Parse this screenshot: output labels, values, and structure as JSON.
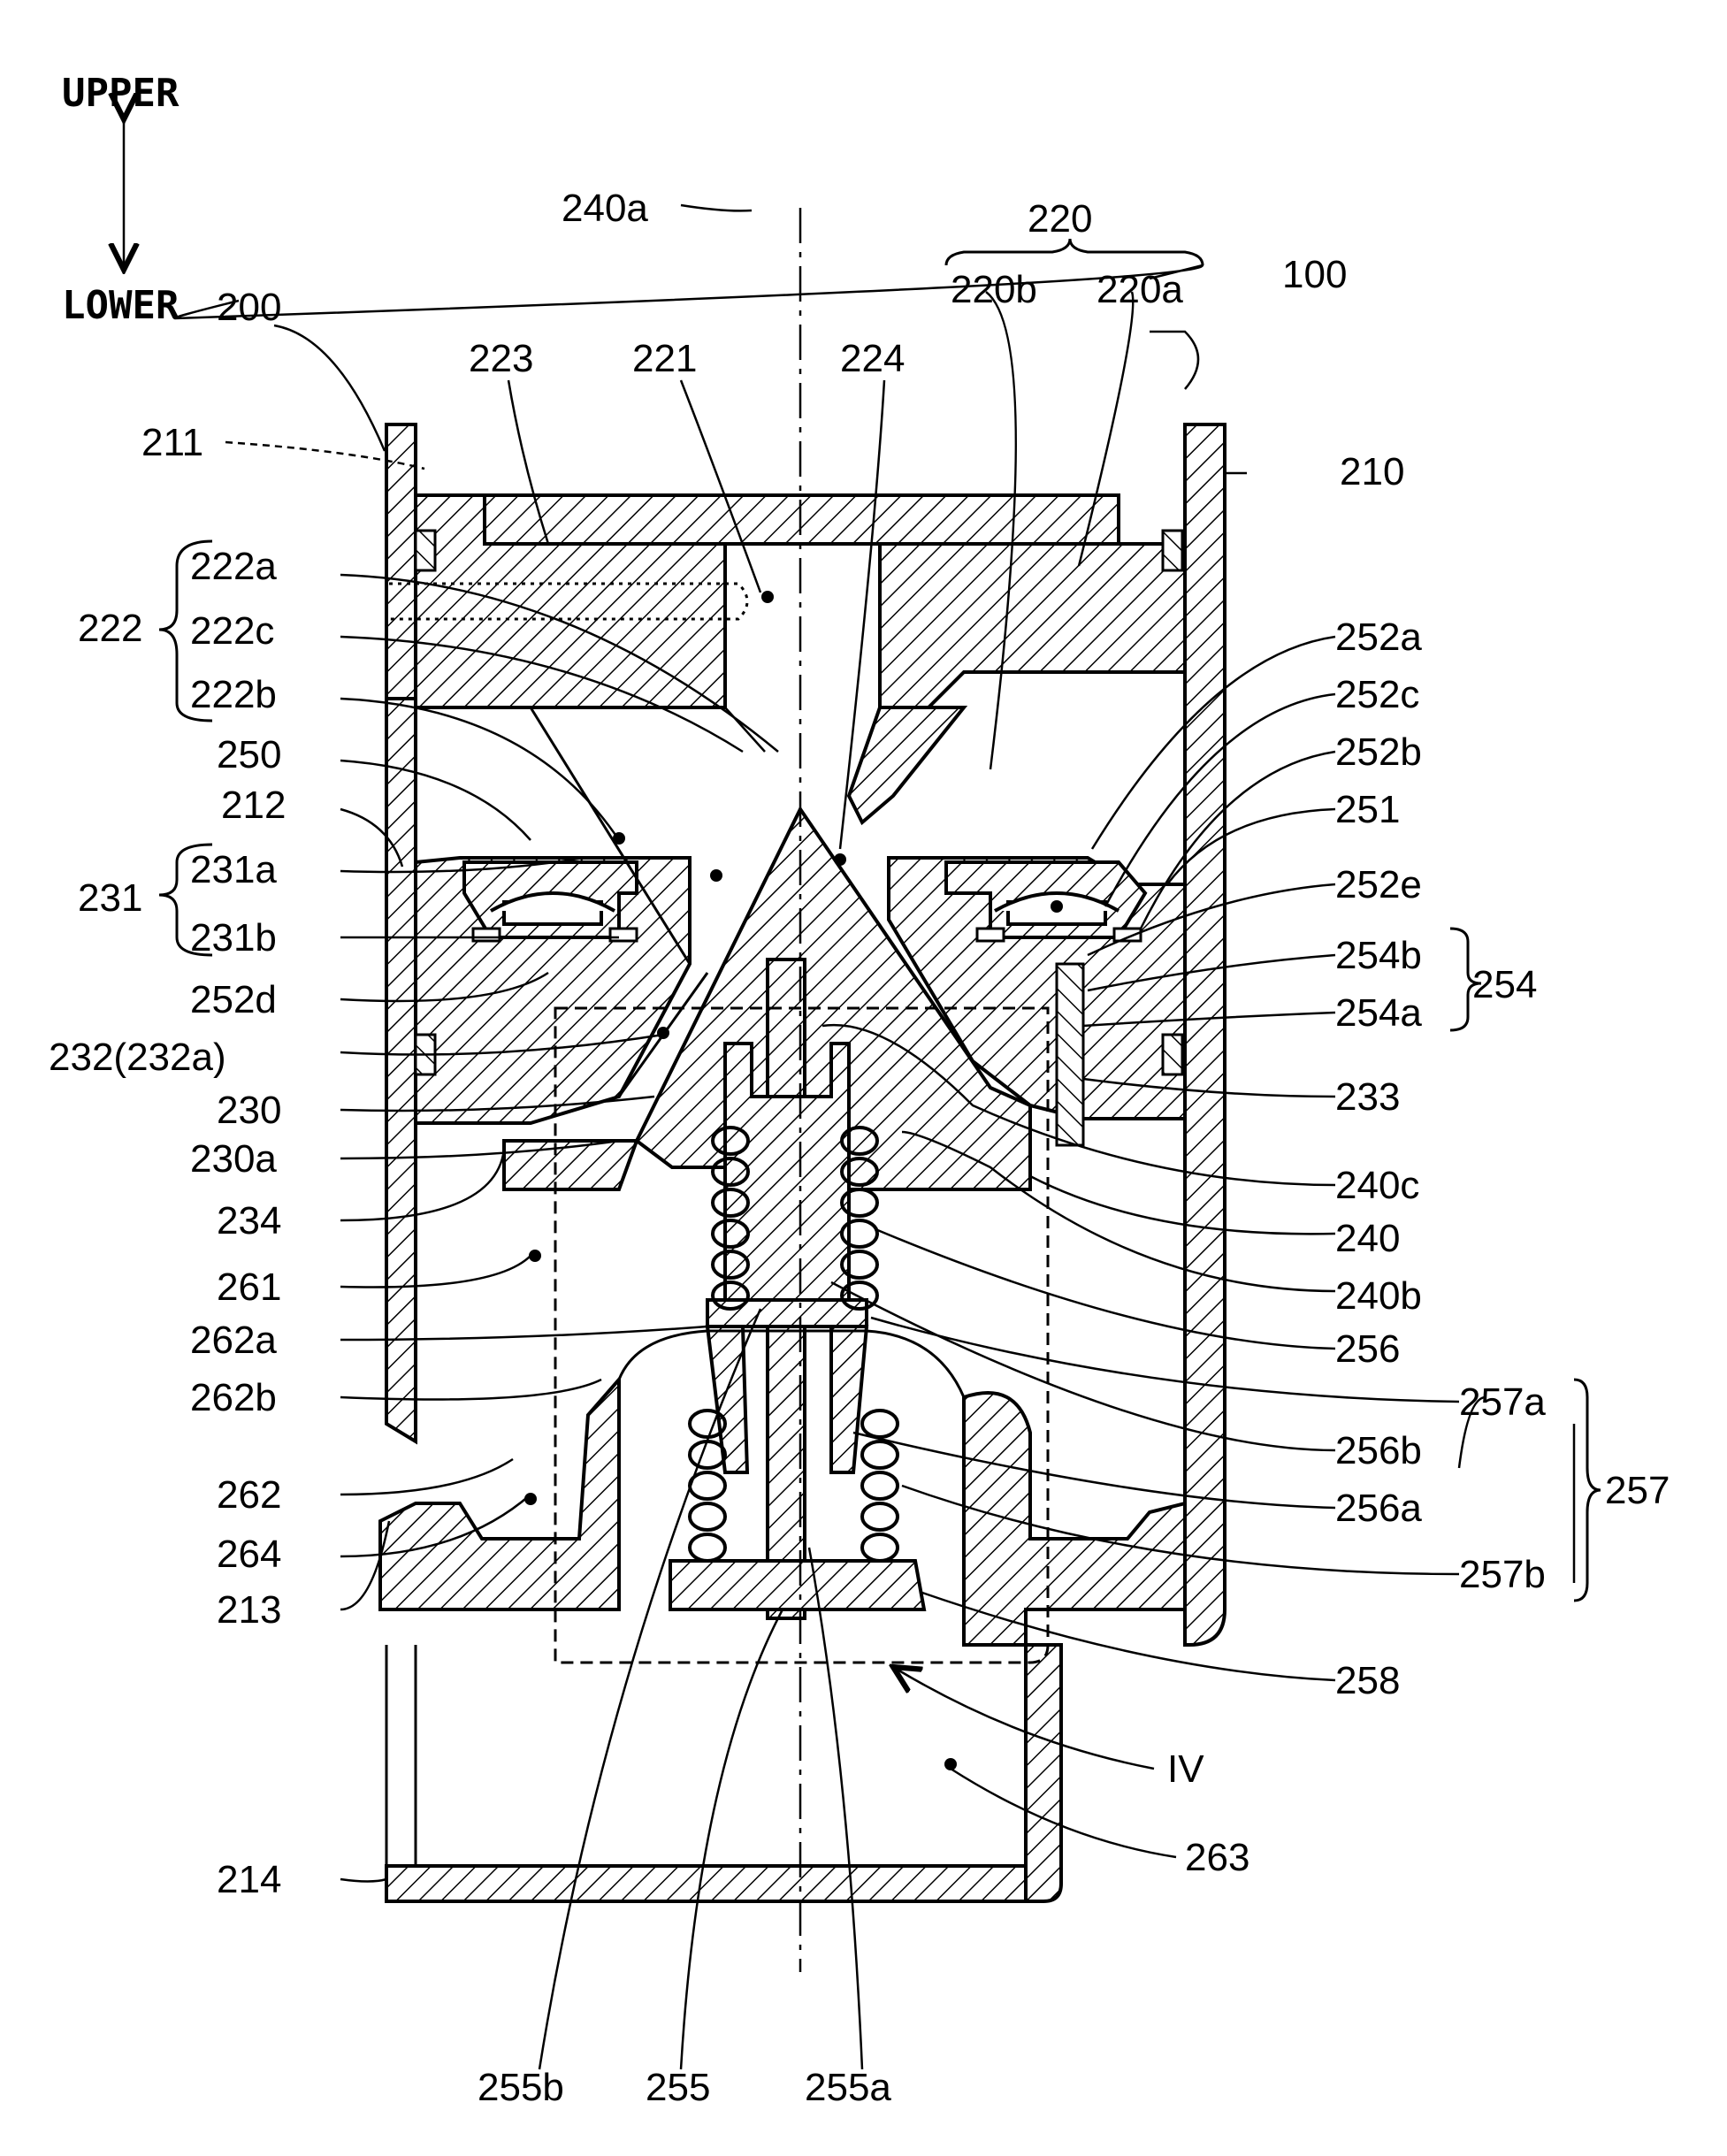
{
  "directions": {
    "upper": "UPPER",
    "lower": "LOWER"
  },
  "labels": {
    "l100": "100",
    "l200": "200",
    "l210": "210",
    "l211": "211",
    "l212": "212",
    "l213": "213",
    "l214": "214",
    "l220": "220",
    "l220a": "220a",
    "l220b": "220b",
    "l221": "221",
    "l222": "222",
    "l222a": "222a",
    "l222b": "222b",
    "l222c": "222c",
    "l223": "223",
    "l224": "224",
    "l230": "230",
    "l230a": "230a",
    "l231": "231",
    "l231a": "231a",
    "l231b": "231b",
    "l232": "232(232a)",
    "l233": "233",
    "l234": "234",
    "l240": "240",
    "l240a": "240a",
    "l240b": "240b",
    "l240c": "240c",
    "l250": "250",
    "l251": "251",
    "l252a": "252a",
    "l252b": "252b",
    "l252c": "252c",
    "l252d": "252d",
    "l252e": "252e",
    "l254": "254",
    "l254a": "254a",
    "l254b": "254b",
    "l255": "255",
    "l255a": "255a",
    "l255b": "255b",
    "l256": "256",
    "l256a": "256a",
    "l256b": "256b",
    "l257": "257",
    "l257a": "257a",
    "l257b": "257b",
    "l258": "258",
    "l261": "261",
    "l262": "262",
    "l262a": "262a",
    "l262b": "262b",
    "l263": "263",
    "l264": "264",
    "lIV": "IV"
  }
}
